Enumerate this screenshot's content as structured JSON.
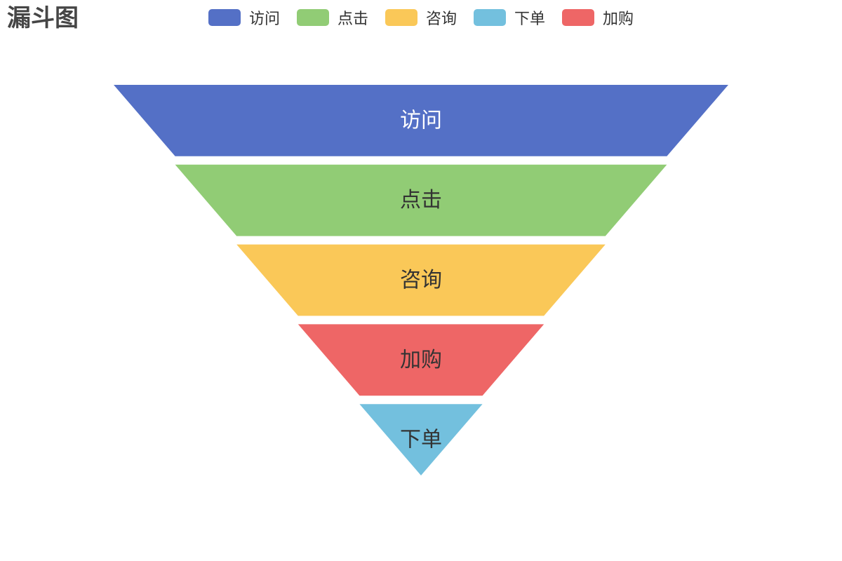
{
  "chart_data": {
    "type": "funnel",
    "title": "漏斗图",
    "legend_position": "top-center",
    "series": [
      {
        "name": "访问",
        "value": 100,
        "color": "#5470c6",
        "label_color": "#ffffff"
      },
      {
        "name": "点击",
        "value": 80,
        "color": "#91cc75",
        "label_color": "#333333"
      },
      {
        "name": "咨询",
        "value": 60,
        "color": "#fac858",
        "label_color": "#333333"
      },
      {
        "name": "下单",
        "value": 20,
        "color": "#73c0de",
        "label_color": "#333333"
      },
      {
        "name": "加购",
        "value": 40,
        "color": "#ee6666",
        "label_color": "#333333"
      }
    ],
    "value_range": [
      0,
      100
    ],
    "sort": "descending"
  }
}
